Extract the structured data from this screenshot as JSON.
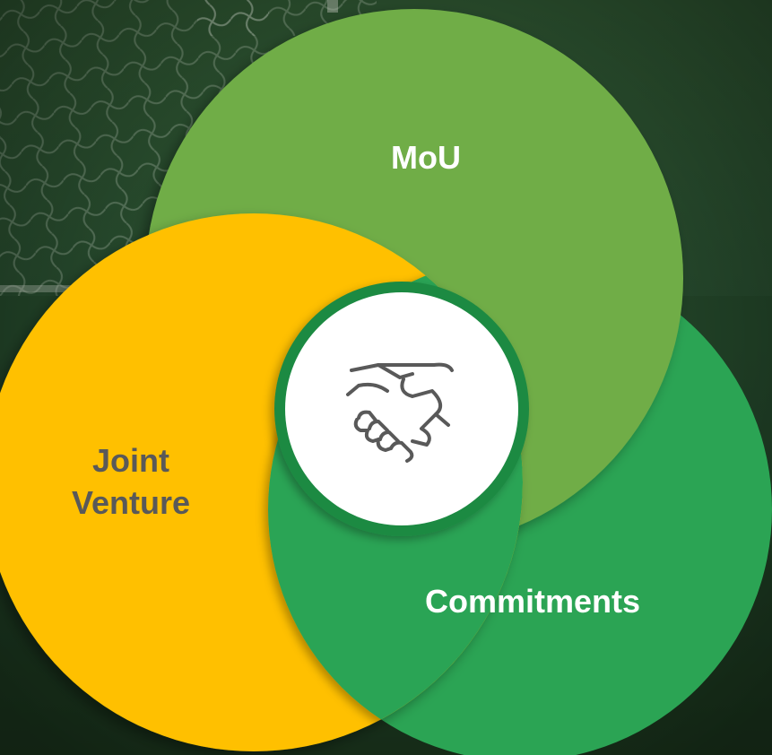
{
  "colors": {
    "background_dark": "#1c3720",
    "background_mid": "#2c5530",
    "mou_circle": "#70ad47",
    "joint_venture_circle": "#ffc000",
    "commitments_circle": "#2ba454",
    "center_ring": "#1e8a43",
    "center_fill": "#ffffff",
    "icon_stroke": "#595959",
    "label_light": "#ffffff",
    "label_dark": "#595959"
  },
  "diagram": {
    "labels": {
      "mou": "MoU",
      "joint_line1": "Joint",
      "joint_line2": "Venture",
      "commitments": "Commitments"
    },
    "center_icon": "handshake-icon",
    "background_image": "soccer-goal-net-photo"
  }
}
